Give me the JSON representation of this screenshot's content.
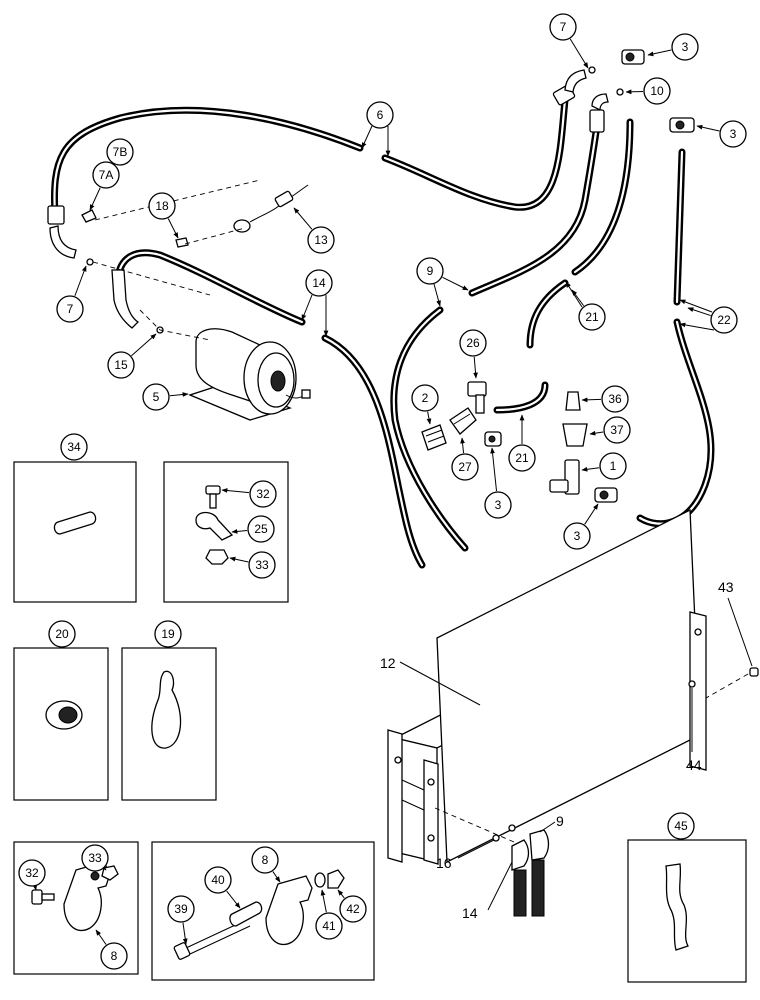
{
  "diagram": {
    "callouts": {
      "c7_top": "7",
      "c3_top": "3",
      "c10": "10",
      "c3_right": "3",
      "c6": "6",
      "c7b": "7B",
      "c7a": "7A",
      "c18": "18",
      "c13": "13",
      "c7_left": "7",
      "c14_top": "14",
      "c15": "15",
      "c5": "5",
      "c9_top": "9",
      "c21_top": "21",
      "c22": "22",
      "c26": "26",
      "c2": "2",
      "c27": "27",
      "c21_mid": "21",
      "c3_mid": "3",
      "c36": "36",
      "c37": "37",
      "c1": "1",
      "c3_low": "3",
      "c34": "34",
      "c32_a": "32",
      "c25": "25",
      "c33_a": "33",
      "c20": "20",
      "c19": "19",
      "c33_b": "33",
      "c32_b": "32",
      "c8_a": "8",
      "c40": "40",
      "c8_b": "8",
      "c39": "39",
      "c41": "41",
      "c42": "42",
      "c45": "45"
    },
    "labels": {
      "l12": "12",
      "l43": "43",
      "l44": "44",
      "l9": "9",
      "l16": "16",
      "l14": "14"
    }
  }
}
